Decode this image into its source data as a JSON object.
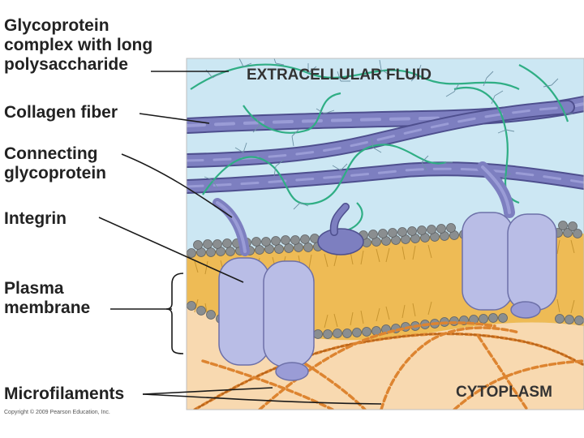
{
  "labels": {
    "glycoprotein_complex": [
      "Glycoprotein",
      "complex with long",
      "polysaccharide"
    ],
    "collagen_fiber": "Collagen fiber",
    "connecting_glycoprotein": [
      "Connecting",
      "glycoprotein"
    ],
    "integrin": "Integrin",
    "plasma_membrane": [
      "Plasma",
      "membrane"
    ],
    "microfilaments": "Microfilaments"
  },
  "regions": {
    "extracellular": "EXTRACELLULAR FLUID",
    "cytoplasm": "CYTOPLASM"
  },
  "copyright": "Copyright © 2009 Pearson Education, Inc.",
  "colors": {
    "fluid": "#cce7f3",
    "cytoplasm": "#f8d9b0",
    "membrane_core": "#eebb55",
    "lipid_head": "#8a8e90",
    "collagen": "#7d7fc0",
    "integrin": "#b9bde6",
    "glycan": "#2fae84",
    "microfilament": "#dd8430"
  }
}
